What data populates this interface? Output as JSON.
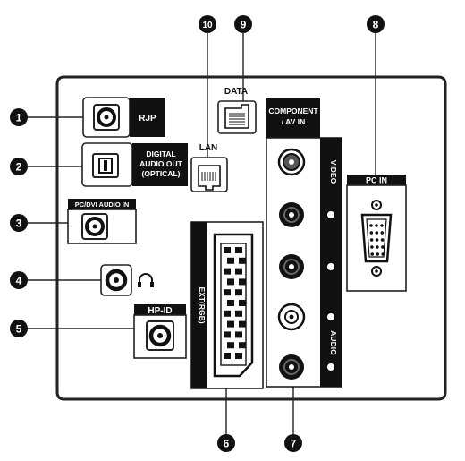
{
  "labels": {
    "rjp": "RJP",
    "digital_audio_1": "DIGITAL",
    "digital_audio_2": "AUDIO OUT",
    "digital_audio_3": "(OPTICAL)",
    "pc_dvi_audio_in": "PC/DVI AUDIO IN",
    "hp_id": "HP-ID",
    "lan": "LAN",
    "data": "DATA",
    "component_1": "COMPONENT",
    "component_2": "/ AV IN",
    "video": "VIDEO",
    "audio": "AUDIO",
    "pc_in": "PC IN",
    "ext_rgb": "EXT(RGB)"
  },
  "callouts": [
    "1",
    "2",
    "3",
    "4",
    "5",
    "6",
    "7",
    "8",
    "9",
    "10"
  ]
}
